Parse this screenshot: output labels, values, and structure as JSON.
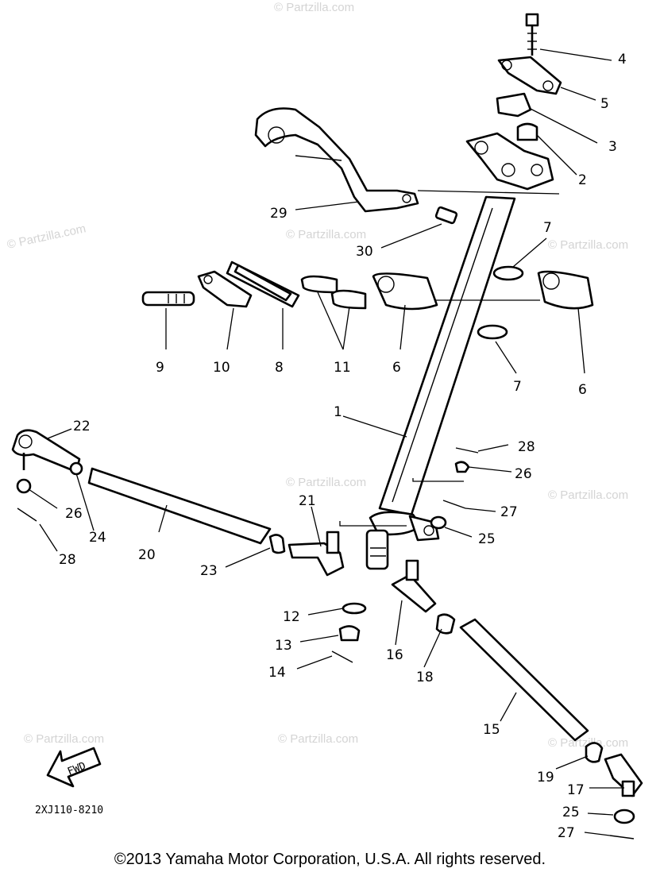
{
  "diagram": {
    "callouts": [
      "4",
      "5",
      "3",
      "2",
      "29",
      "30",
      "7",
      "9",
      "10",
      "8",
      "11",
      "6",
      "6",
      "7",
      "1",
      "22",
      "28",
      "26",
      "26",
      "24",
      "20",
      "21",
      "27",
      "25",
      "28",
      "23",
      "12",
      "13",
      "14",
      "16",
      "18",
      "15",
      "19",
      "17",
      "25",
      "27"
    ],
    "drawing_code": "2XJ110-8210",
    "fwd_arrow_label": "FWD",
    "watermark_text": "© Partzilla.com"
  },
  "footer": {
    "copyright": "©2013 Yamaha Motor Corporation, U.S.A. All rights reserved."
  }
}
